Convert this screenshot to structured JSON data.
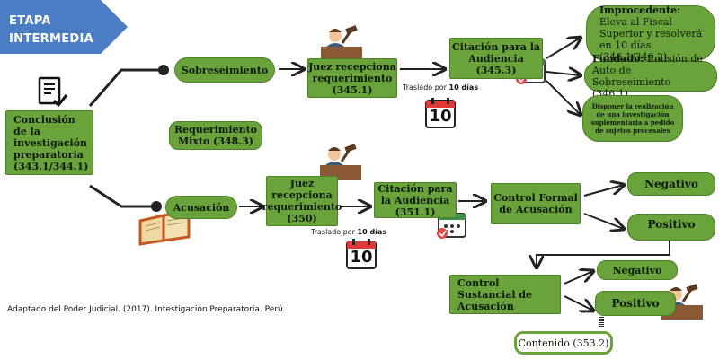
{
  "banner": {
    "line1": "ETAPA",
    "line2": "INTERMEDIA",
    "color": "#4a7dc4"
  },
  "nodes": {
    "conclusion": "Conclusión de la investigación preparatoria (343.1/344.1)",
    "sobreseimiento": "Sobreseimiento",
    "juez1": "Juez recepciona requerimiento (345.1)",
    "citacion1": "Citación para la Audiencia (345.3)",
    "improcedente_bold": "Improcedente:",
    "improcedente_text": "Eleva al Fiscal Superior y resolverá en 10 días (346.1/346.2)",
    "fundado_bold": "Fundado:",
    "fundado_text": "Emisión de Auto de Sobreseimiento (346.1)",
    "disponer": "Disponer la realización de una investigación suplementaria a pedido de sujetos procesales",
    "mixto": "Requerimiento Mixto (348.3)",
    "acusacion": "Acusación",
    "juez2": "Juez recepciona requerimiento (350)",
    "citacion2": "Citación para la Audiencia (351.1)",
    "control_formal": "Control Formal de Acusación",
    "negativo1": "Negativo",
    "positivo1": "Positivo",
    "control_sustancial": "Control Sustancial de Acusación",
    "negativo2": "Negativo",
    "positivo2": "Positivo",
    "contenido": "Contenido (353.2)"
  },
  "notes": {
    "traslado1_prefix": "Traslado por",
    "traslado1_bold": "10 días",
    "traslado2_prefix": "Traslado por",
    "traslado2_bold": "10 días"
  },
  "calendar": {
    "day": "10"
  },
  "credit": "Adaptado del Poder Judicial. (2017). Intestigación Preparatoria. Perú.",
  "colors": {
    "node_fill": "#6aa23b",
    "node_border": "#4e7f27",
    "banner": "#4a7dc4"
  }
}
